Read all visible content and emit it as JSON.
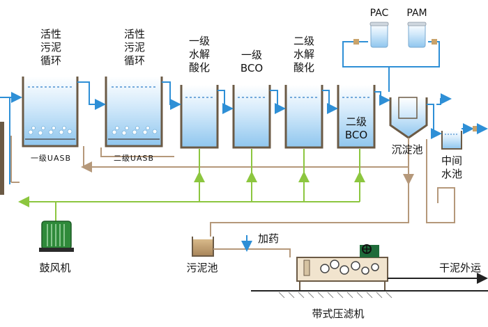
{
  "diagram": {
    "uasb1": {
      "top_label": [
        "活性",
        "污泥",
        "循环"
      ],
      "bottom_label": "一级UASB"
    },
    "uasb2": {
      "top_label": [
        "活性",
        "污泥",
        "循环"
      ],
      "bottom_label": "二级UASB"
    },
    "hydrolysis1": {
      "label": [
        "一级",
        "水解",
        "酸化"
      ]
    },
    "bco1": {
      "label": [
        "一级",
        "BCO"
      ]
    },
    "hydrolysis2": {
      "label": [
        "二级",
        "水解",
        "酸化"
      ]
    },
    "bco2": {
      "label": [
        "二级",
        "BCO"
      ]
    },
    "pac_tank": {
      "label": "PAC"
    },
    "pam_tank": {
      "label": "PAM"
    },
    "sedimentation": {
      "label": "沉淀池"
    },
    "middle_pool": {
      "label": [
        "中间",
        "水池"
      ]
    },
    "blower": {
      "label": "鼓风机"
    },
    "sludge_pool": {
      "label": "污泥池"
    },
    "dosing": {
      "label": "加药"
    },
    "belt_press": {
      "label": "带式压滤机"
    },
    "dry_sludge": {
      "label": "干泥外运"
    },
    "colors": {
      "water_line": "#2e8fd6",
      "air_line": "#8cc63f",
      "sludge_line": "#b5987a",
      "tank_wall": "#6b5a45",
      "water_fill": "#9fd0f2"
    }
  }
}
